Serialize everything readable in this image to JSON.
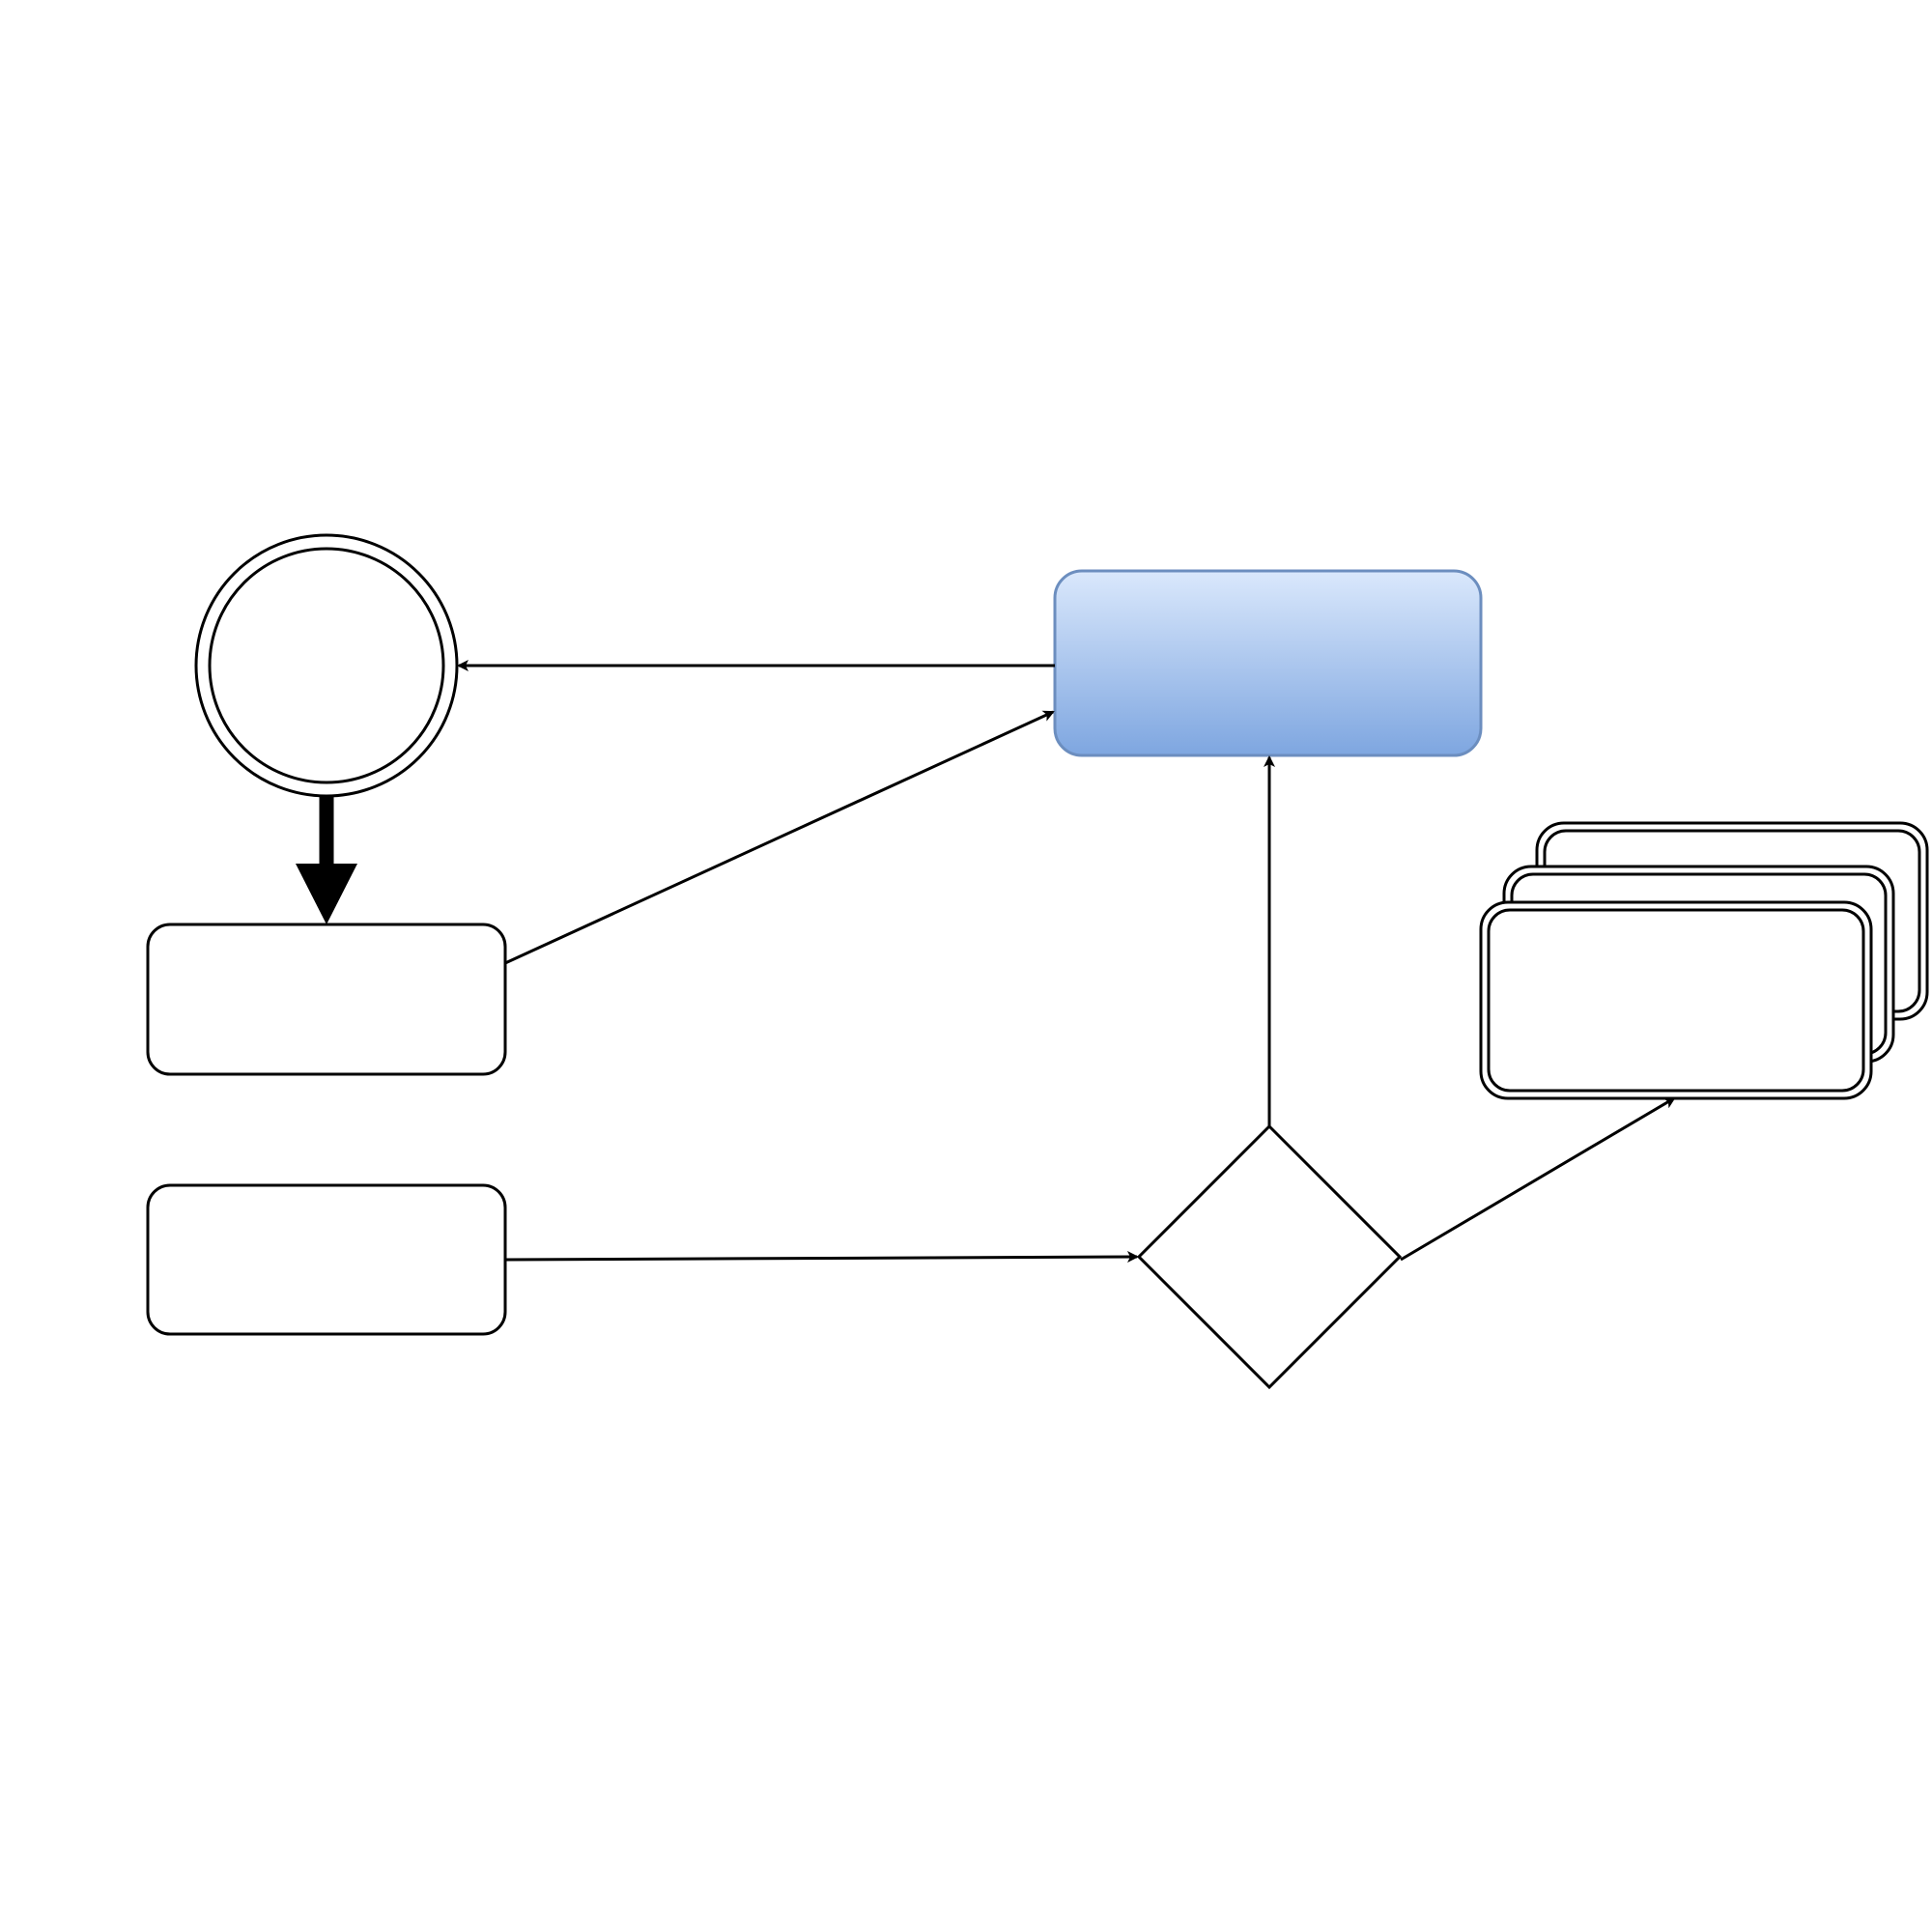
{
  "diagram": {
    "title": "",
    "colors": {
      "stroke": "#000000",
      "task_fill_top": "#dae8fc",
      "task_fill_bottom": "#7ea6e0",
      "task_stroke": "#6c8ebf"
    },
    "nodes": [
      {
        "id": "end-event",
        "shape": "double-circle",
        "label": ""
      },
      {
        "id": "task-1",
        "shape": "rounded-rect",
        "label": ""
      },
      {
        "id": "task-2",
        "shape": "rounded-rect",
        "label": ""
      },
      {
        "id": "blue-task",
        "shape": "rounded-rect-gradient",
        "label": ""
      },
      {
        "id": "gateway",
        "shape": "diamond",
        "label": ""
      },
      {
        "id": "multi-instance",
        "shape": "stacked-double-rect",
        "label": ""
      }
    ],
    "edges": [
      {
        "from": "blue-task",
        "to": "end-event"
      },
      {
        "from": "end-event",
        "to": "task-1",
        "style": "bold"
      },
      {
        "from": "task-1",
        "to": "blue-task"
      },
      {
        "from": "task-2",
        "to": "gateway"
      },
      {
        "from": "gateway",
        "to": "blue-task"
      },
      {
        "from": "gateway",
        "to": "multi-instance"
      }
    ]
  }
}
